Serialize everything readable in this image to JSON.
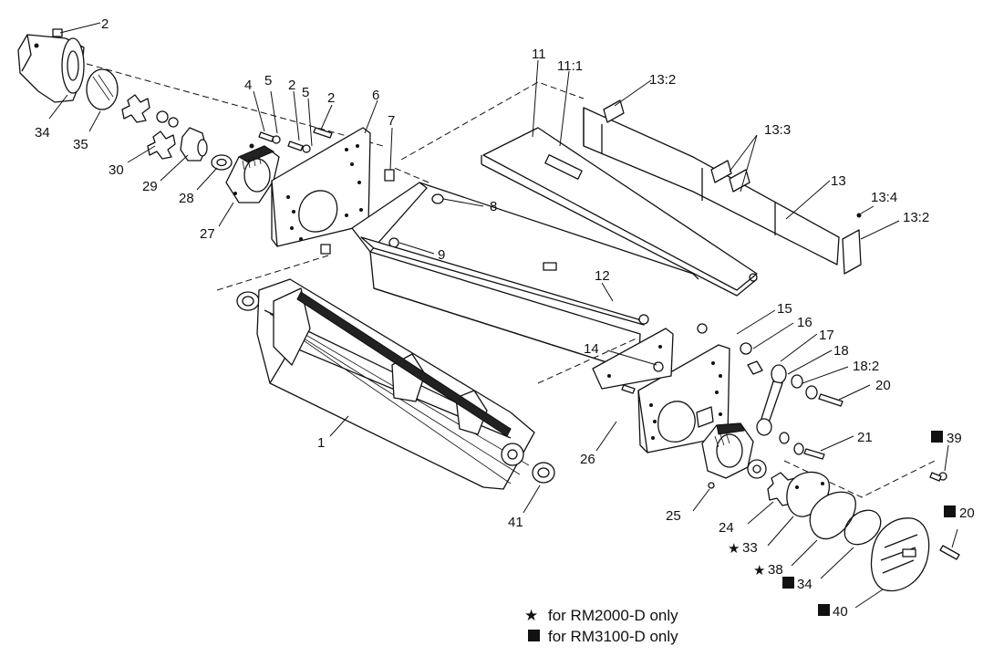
{
  "callouts": {
    "c1": "1",
    "c2a": "2",
    "c2b": "2",
    "c2c": "2",
    "c4": "4",
    "c5a": "5",
    "c5b": "5",
    "c6": "6",
    "c7": "7",
    "c8": "8",
    "c9": "9",
    "c11": "11",
    "c11_1": "11:1",
    "c12": "12",
    "c13": "13",
    "c13_2a": "13:2",
    "c13_2b": "13:2",
    "c13_3": "13:3",
    "c13_4": "13:4",
    "c14": "14",
    "c15": "15",
    "c16": "16",
    "c17": "17",
    "c18": "18",
    "c18_2": "18:2",
    "c20": "20",
    "c20b": "20",
    "c21": "21",
    "c24": "24",
    "c25": "25",
    "c26": "26",
    "c27": "27",
    "c28": "28",
    "c29": "29",
    "c30": "30",
    "c33": "33",
    "c34": "34",
    "c34b": "34",
    "c35": "35",
    "c38": "38",
    "c39": "39",
    "c40": "40",
    "c41": "41"
  },
  "legend": {
    "star_symbol": "★",
    "star_text": "for RM2000-D only",
    "square_text": "for RM3100-D only"
  }
}
